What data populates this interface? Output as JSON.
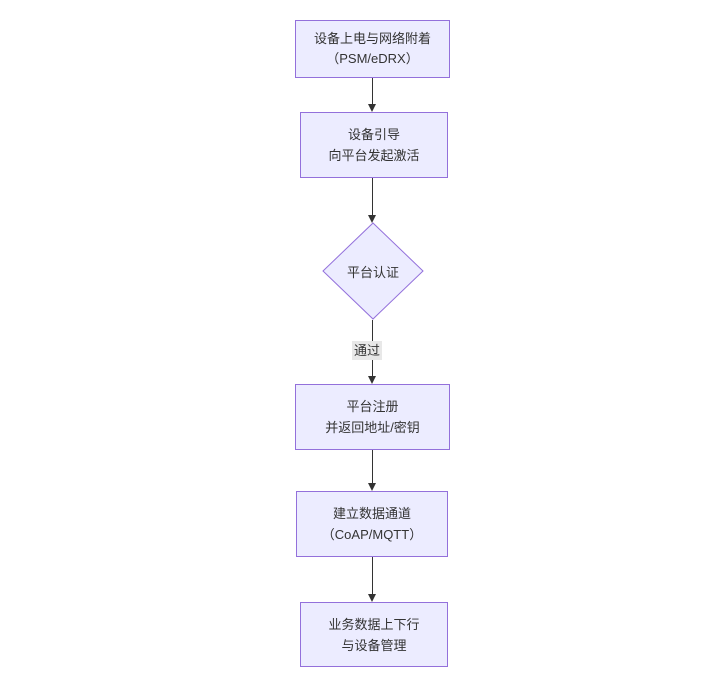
{
  "diagram": {
    "type": "flowchart",
    "direction": "top-down",
    "nodes": [
      {
        "id": "n1",
        "shape": "rect",
        "line1": "设备上电与网络附着",
        "line2": "（PSM/eDRX）"
      },
      {
        "id": "n2",
        "shape": "rect",
        "line1": "设备引导",
        "line2": "向平台发起激活"
      },
      {
        "id": "n3",
        "shape": "diamond",
        "line1": "平台认证",
        "line2": ""
      },
      {
        "id": "n4",
        "shape": "rect",
        "line1": "平台注册",
        "line2": "并返回地址/密钥"
      },
      {
        "id": "n5",
        "shape": "rect",
        "line1": "建立数据通道",
        "line2": "（CoAP/MQTT）"
      },
      {
        "id": "n6",
        "shape": "rect",
        "line1": "业务数据上下行",
        "line2": "与设备管理"
      }
    ],
    "edges": [
      {
        "from": "n1",
        "to": "n2",
        "label": ""
      },
      {
        "from": "n2",
        "to": "n3",
        "label": ""
      },
      {
        "from": "n3",
        "to": "n4",
        "label": "通过"
      },
      {
        "from": "n4",
        "to": "n5",
        "label": ""
      },
      {
        "from": "n5",
        "to": "n6",
        "label": ""
      }
    ],
    "colors": {
      "node_fill": "#ECECFF",
      "node_border": "#9370DB",
      "text": "#333333",
      "arrow": "#333333",
      "edge_label_bg": "#e8e8e8",
      "canvas_bg": "#ffffff"
    }
  }
}
